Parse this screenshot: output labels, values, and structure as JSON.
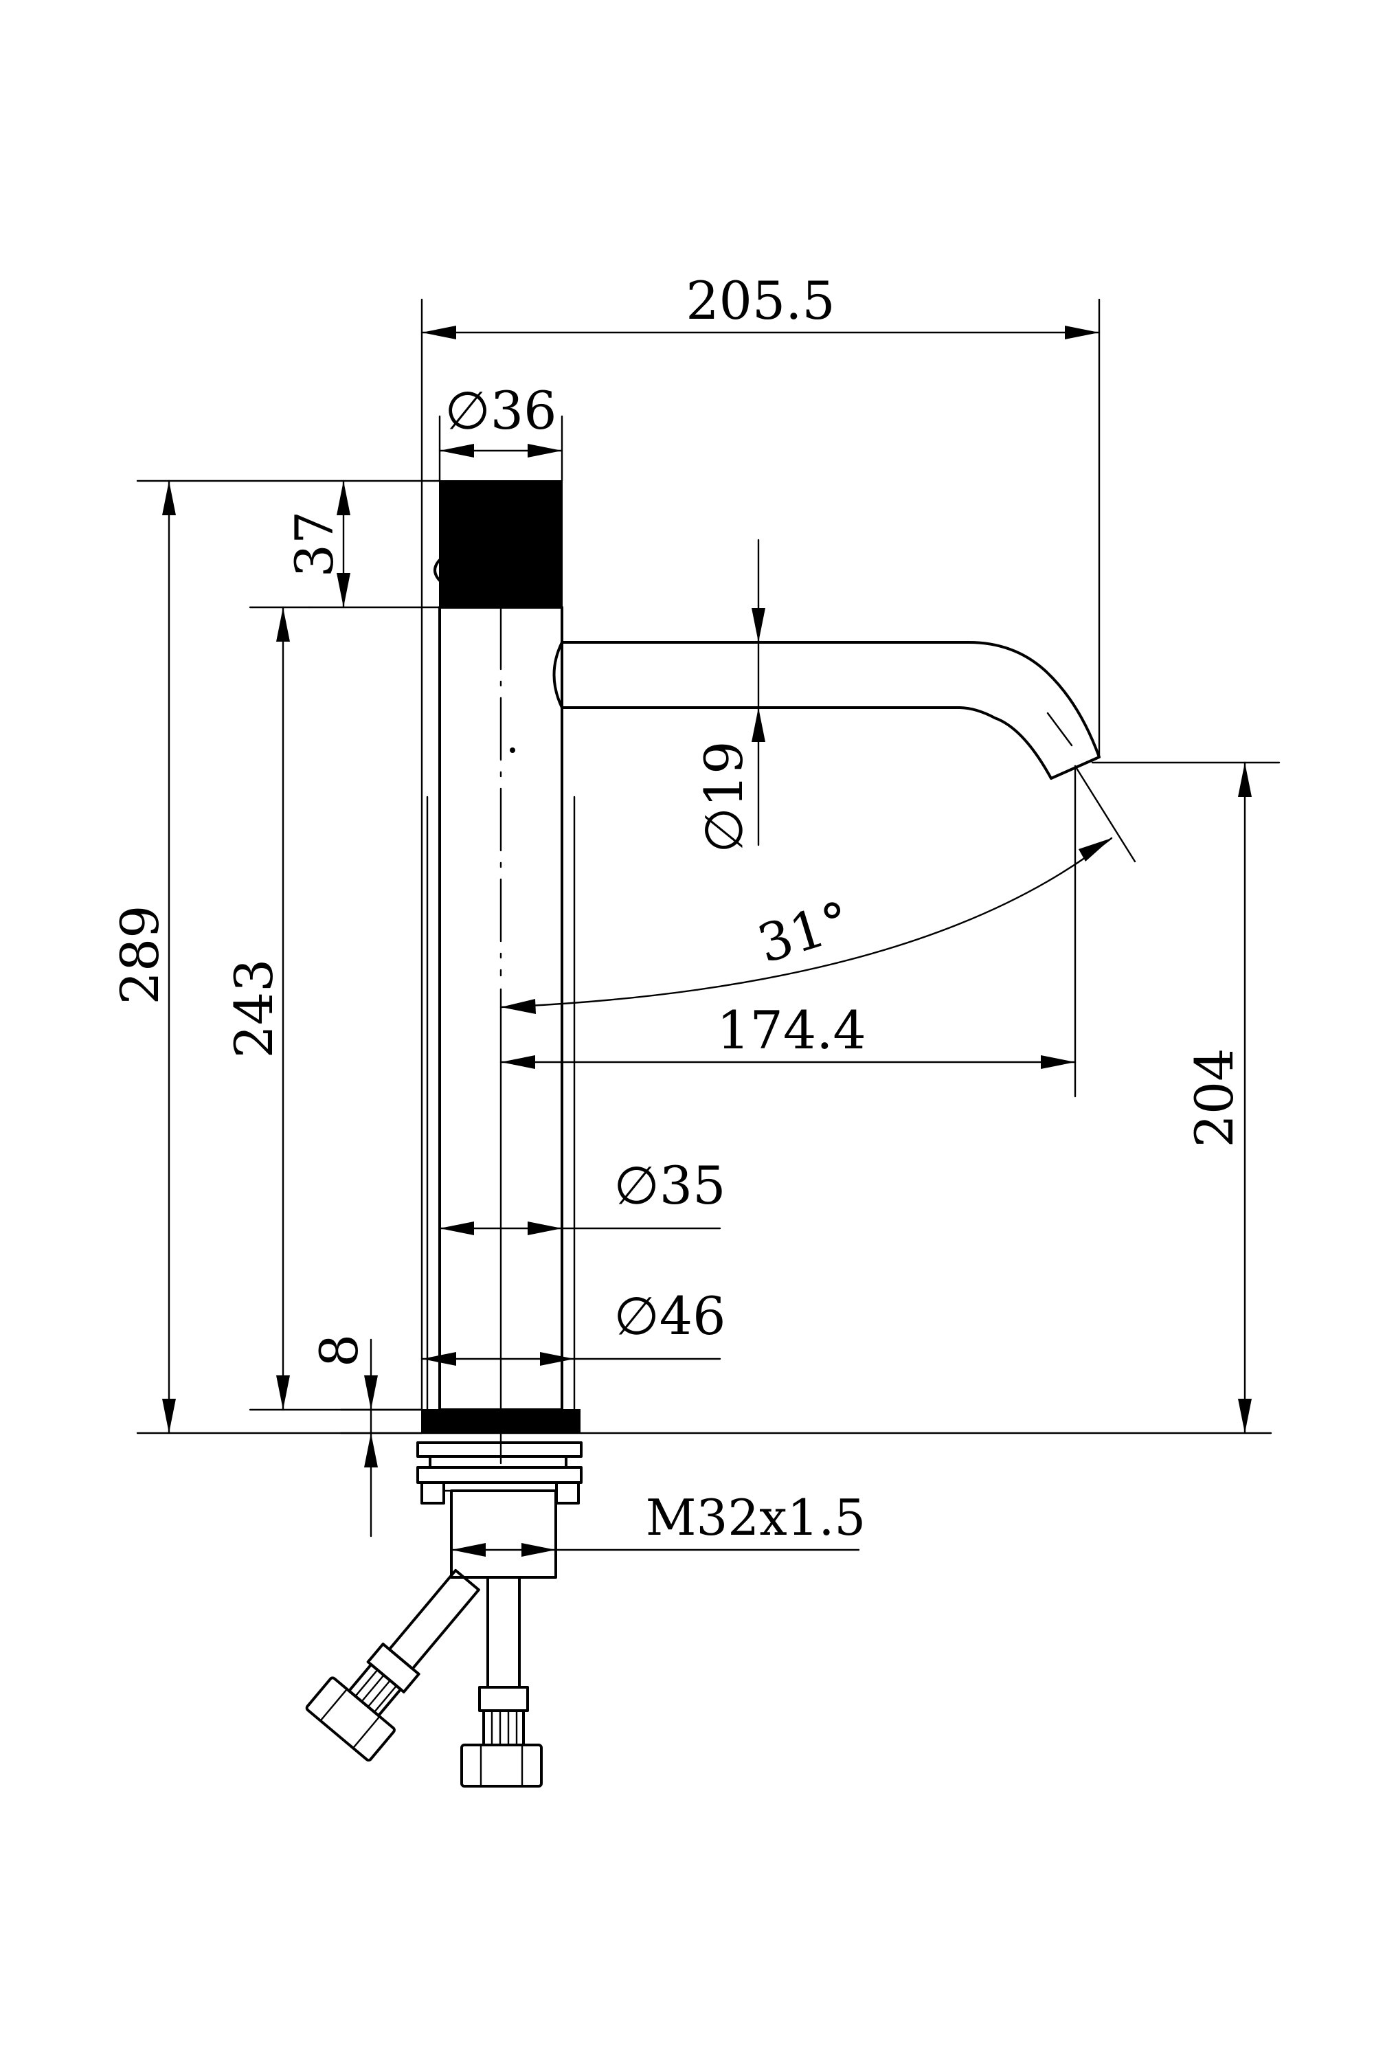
{
  "dimensions": {
    "spout_reach_total": "205.5",
    "handle_diameter": "∅36",
    "handle_height": "37",
    "total_height": "289",
    "body_height": "243",
    "spout_diameter": "∅19",
    "spout_angle": "31°",
    "spout_reach_center": "174.4",
    "spout_outlet_height": "204",
    "body_diameter": "∅35",
    "base_diameter": "∅46",
    "base_ring_height": "8",
    "thread": "M32x1.5"
  }
}
